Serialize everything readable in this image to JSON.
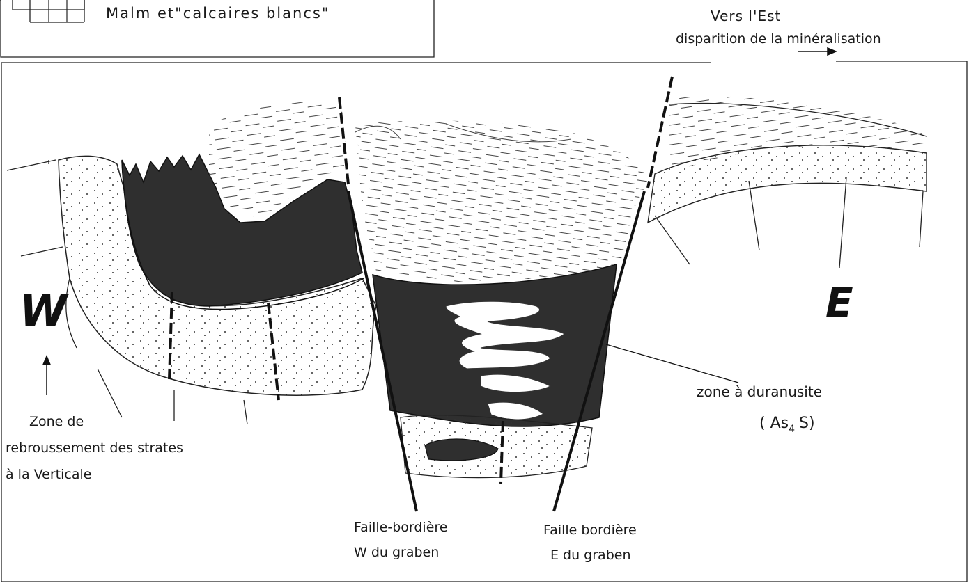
{
  "legend": {
    "label": "Malm et\"calcaires blancs\""
  },
  "labels": {
    "west": "W",
    "east": "E",
    "east_note_line1": "Vers l'Est",
    "east_note_line2": "disparition de la minéralisation",
    "reversal_line1": "Zone de",
    "reversal_line2": "rebroussement des strates",
    "reversal_line3": "à la Verticale",
    "fault_w_line1": "Faille-bordière",
    "fault_w_line2": "W du graben",
    "fault_e_line1": "Faille bordière",
    "fault_e_line2": "E du graben",
    "duranusite_line1": "zone à duranusite",
    "formula_open": "( As",
    "formula_sub": "4",
    "formula_close": "S)"
  },
  "colors": {
    "ink": "#1a1a1a",
    "dark_fill": "#2f2f2f",
    "paper": "#ffffff"
  }
}
